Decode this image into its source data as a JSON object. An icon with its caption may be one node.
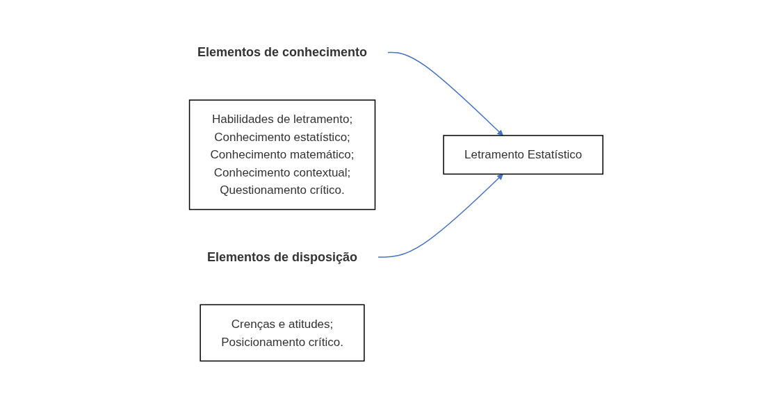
{
  "diagram": {
    "nodes": [
      {
        "text": [
          "Elementos de conhecimento"
        ]
      },
      {
        "text": [
          "Habilidades de letramento;",
          "Conhecimento estatístico;",
          "Conhecimento matemático;",
          "Conhecimento contextual;",
          "Questionamento crítico."
        ]
      },
      {
        "text": [
          "Letramento Estatístico"
        ]
      },
      {
        "text": [
          "Elementos de disposição"
        ]
      },
      {
        "text": [
          "Crenças e atitudes;",
          "Posicionamento crítico."
        ]
      }
    ],
    "edges": [
      {
        "from": 0,
        "to": 2,
        "arrow": "to"
      },
      {
        "from": 3,
        "to": 2,
        "arrow": "to"
      }
    ]
  }
}
